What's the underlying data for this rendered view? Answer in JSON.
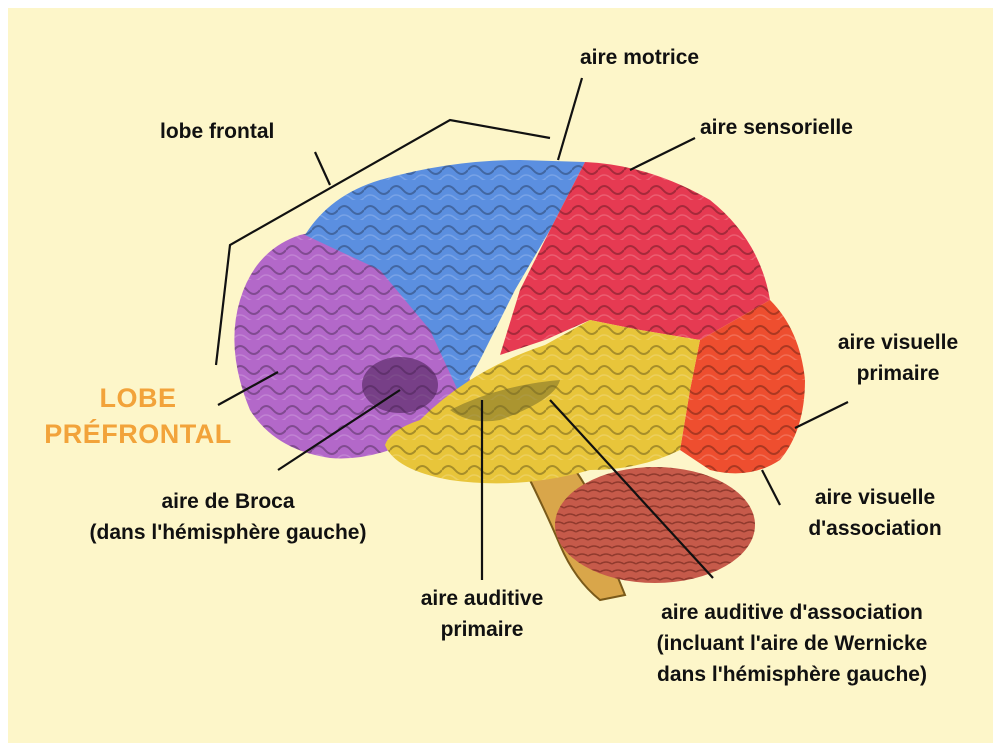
{
  "labels": {
    "lobe_frontal": "lobe frontal",
    "aire_motrice": "aire motrice",
    "aire_sensorielle": "aire sensorielle",
    "aire_visuelle_primaire": [
      "aire visuelle",
      "primaire"
    ],
    "lobe_prefrontal": [
      "LOBE",
      "PRÉFRONTAL"
    ],
    "aire_broca": [
      "aire de Broca",
      "(dans l'hémisphère gauche)"
    ],
    "aire_visuelle_association": [
      "aire visuelle",
      "d'association"
    ],
    "aire_auditive_primaire": [
      "aire auditive",
      "primaire"
    ],
    "aire_auditive_association": [
      "aire auditive d'association",
      "(incluant l'aire de Wernicke",
      "dans l'hémisphère gauche)"
    ]
  },
  "colors": {
    "background": "#fdf6c9",
    "prefrontal_label": "#f2a33a",
    "prefrontal_region": "#b368c9",
    "motor_region": "#5b8fe0",
    "sensory_region": "#e63a52",
    "occipital_region": "#ee4e2f",
    "temporal_region": "#e8c53a",
    "cerebellum": "#c65a4a",
    "leader_lines": "#111111"
  }
}
